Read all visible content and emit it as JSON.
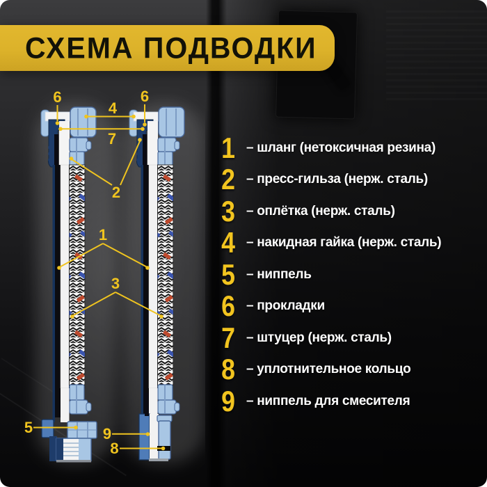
{
  "title": "СХЕМА ПОДВОДКИ",
  "legend": {
    "items": [
      {
        "num": "1",
        "label": "– шланг (нетоксичная резина)"
      },
      {
        "num": "2",
        "label": "– пресс-гильза (нерж. сталь)"
      },
      {
        "num": "3",
        "label": "– оплётка (нерж. сталь)"
      },
      {
        "num": "4",
        "label": "– накидная гайка (нерж. сталь)"
      },
      {
        "num": "5",
        "label": "– ниппель"
      },
      {
        "num": "6",
        "label": "– прокладки"
      },
      {
        "num": "7",
        "label": "– штуцер (нерж. сталь)"
      },
      {
        "num": "8",
        "label": "– уплотнительное кольцо"
      },
      {
        "num": "9",
        "label": "– ниппель для смесителя"
      }
    ]
  },
  "diagram": {
    "callouts": {
      "c6l": "6",
      "c6r": "6",
      "c4": "4",
      "c7": "7",
      "c2": "2",
      "c1": "1",
      "c3": "3",
      "c5": "5",
      "c9": "9",
      "c8": "8"
    }
  },
  "colors": {
    "banner_yellow": "#dcb22a",
    "accent_yellow": "#f0c41f",
    "fitting_light_blue": "#a8c6e4",
    "fitting_mid_blue": "#4f7cb8",
    "fitting_navy": "#1e3c6a",
    "braid_red": "#bf4a2e",
    "braid_blue": "#3b55af",
    "text_white": "#ffffff",
    "background_dark": "#121214"
  }
}
